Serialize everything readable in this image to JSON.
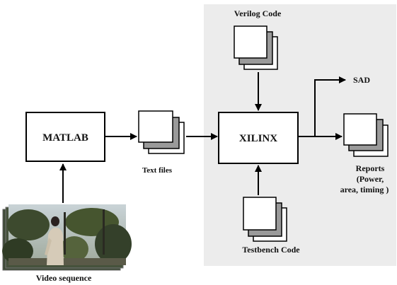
{
  "blocks": {
    "matlab": "MATLAB",
    "xilinx": "XILINX"
  },
  "labels": {
    "verilog": "Verilog Code",
    "testbench": "Testbench Code",
    "text_files": "Text files",
    "sad": "SAD",
    "reports_line1": "Reports",
    "reports_line2": "(Power,",
    "reports_line3": "area, timing )",
    "video": "Video sequence"
  },
  "colors": {
    "panel": "#ececec",
    "stroke": "#000000",
    "doc_shadow": "#9a9a9a"
  }
}
